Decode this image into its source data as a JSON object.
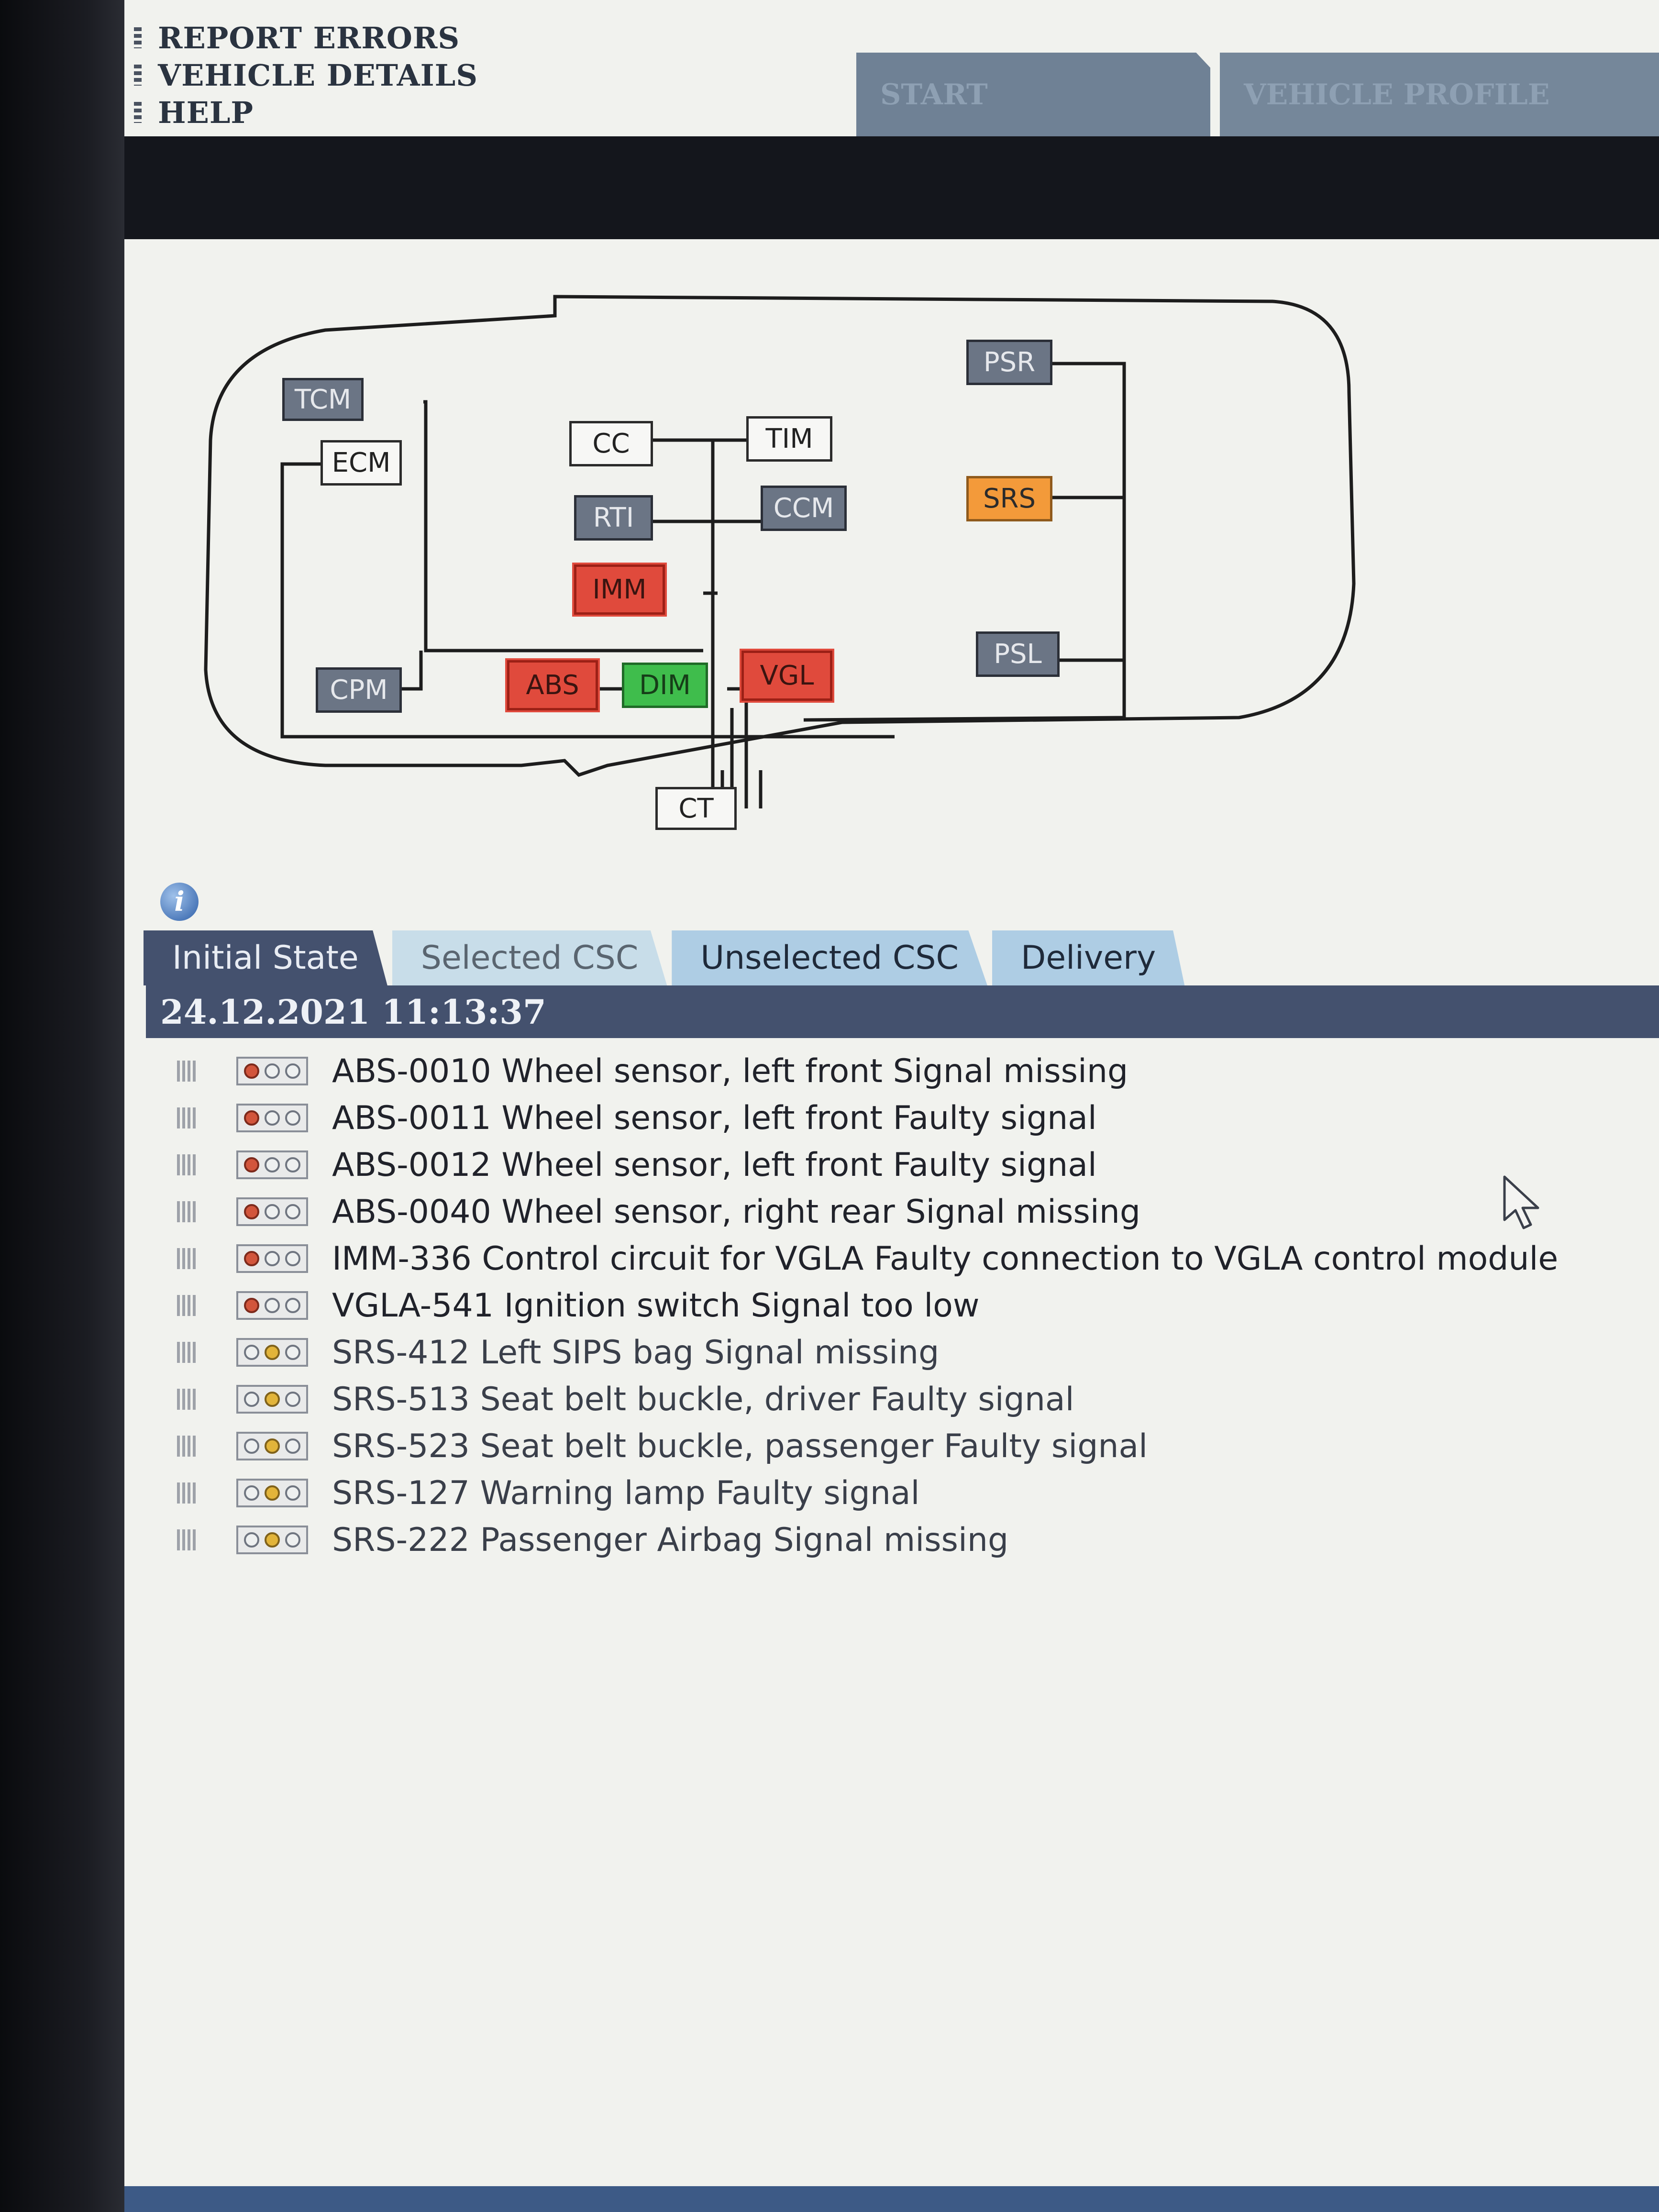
{
  "menu": {
    "items": [
      "REPORT ERRORS",
      "VEHICLE DETAILS",
      "HELP"
    ]
  },
  "top_tabs": {
    "start": "START",
    "vehicle_profile": "VEHICLE PROFILE"
  },
  "diagram": {
    "modules": {
      "tcm": {
        "label": "TCM",
        "status": "gray"
      },
      "ecm": {
        "label": "ECM",
        "status": "white"
      },
      "cc": {
        "label": "CC",
        "status": "white"
      },
      "tim": {
        "label": "TIM",
        "status": "white"
      },
      "rti": {
        "label": "RTI",
        "status": "gray"
      },
      "ccm": {
        "label": "CCM",
        "status": "gray"
      },
      "imm": {
        "label": "IMM",
        "status": "red"
      },
      "psr": {
        "label": "PSR",
        "status": "gray"
      },
      "srs": {
        "label": "SRS",
        "status": "orange"
      },
      "psl": {
        "label": "PSL",
        "status": "gray"
      },
      "cpm": {
        "label": "CPM",
        "status": "gray"
      },
      "abs": {
        "label": "ABS",
        "status": "red"
      },
      "dim": {
        "label": "DIM",
        "status": "green"
      },
      "vgl": {
        "label": "VGL",
        "status": "red"
      },
      "ct": {
        "label": "CT",
        "status": "white"
      }
    },
    "colors": {
      "red": "#e04a3c",
      "green": "#3fbd4c",
      "orange": "#f39a3a",
      "gray": "#6b7585",
      "white": "#f7f7f5"
    }
  },
  "info_icon": "info-icon",
  "result_tabs": [
    "Initial State",
    "Selected CSC",
    "Unselected CSC",
    "Delivery"
  ],
  "active_tab": "Initial State",
  "timestamp": "24.12.2021 11:13:37",
  "faults": [
    {
      "text": "ABS-0010 Wheel sensor, left front Signal missing",
      "lamp": "red"
    },
    {
      "text": "ABS-0011 Wheel sensor, left front Faulty signal",
      "lamp": "red"
    },
    {
      "text": "ABS-0012 Wheel sensor, left front Faulty signal",
      "lamp": "red"
    },
    {
      "text": "ABS-0040 Wheel sensor, right rear Signal missing",
      "lamp": "red"
    },
    {
      "text": "IMM-336 Control circuit for VGLA Faulty connection to VGLA control module",
      "lamp": "red"
    },
    {
      "text": "VGLA-541 Ignition switch Signal too low",
      "lamp": "red"
    },
    {
      "text": "SRS-412 Left SIPS bag Signal missing",
      "lamp": "amber"
    },
    {
      "text": "SRS-513 Seat belt buckle, driver Faulty signal",
      "lamp": "amber"
    },
    {
      "text": "SRS-523 Seat belt buckle, passenger Faulty signal",
      "lamp": "amber"
    },
    {
      "text": "SRS-127 Warning lamp Faulty signal",
      "lamp": "amber"
    },
    {
      "text": "SRS-222 Passenger Airbag Signal missing",
      "lamp": "amber"
    }
  ]
}
